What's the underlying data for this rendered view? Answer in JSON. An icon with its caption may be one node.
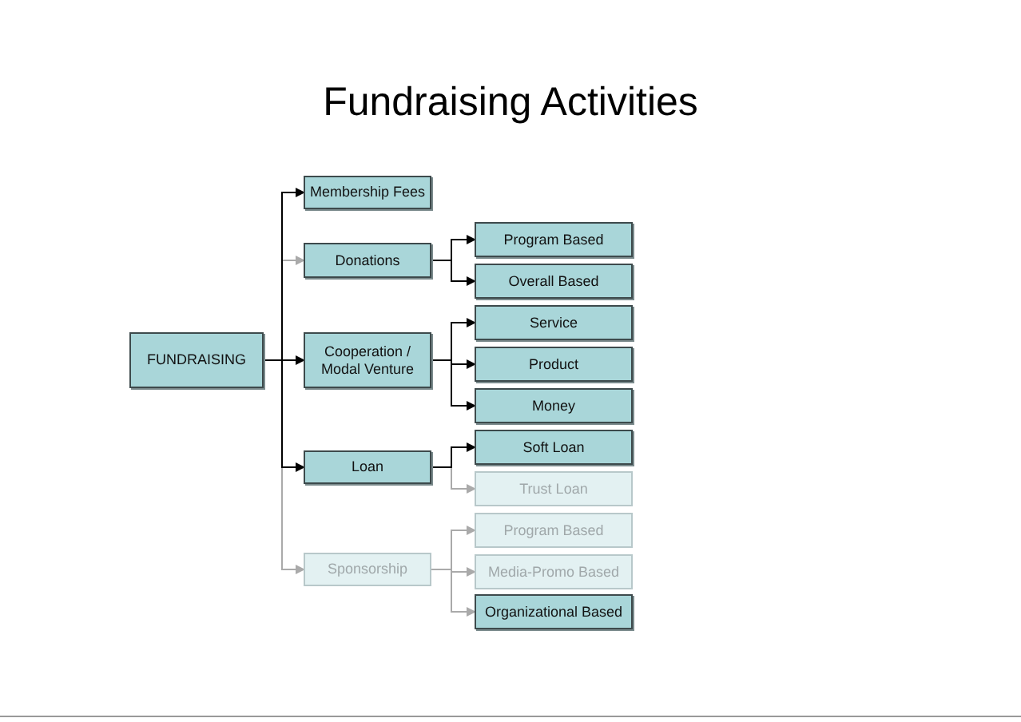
{
  "diagram": {
    "title": "Fundraising Activities",
    "nodes": [
      {
        "text": [
          "FUNDRAISING"
        ]
      },
      {
        "text": [
          "Membership Fees"
        ]
      },
      {
        "text": [
          "Donations"
        ]
      },
      {
        "text": [
          "Cooperation / Modal Venture"
        ]
      },
      {
        "text": [
          "Loan"
        ]
      },
      {
        "text": [
          "Sponsorship"
        ]
      },
      {
        "text": [
          "Program Based"
        ]
      },
      {
        "text": [
          "Overall Based"
        ]
      },
      {
        "text": [
          "Service"
        ]
      },
      {
        "text": [
          "Product"
        ]
      },
      {
        "text": [
          "Money"
        ]
      },
      {
        "text": [
          "Soft Loan"
        ]
      },
      {
        "text": [
          "Trust Loan"
        ]
      },
      {
        "text": [
          "Program Based"
        ]
      },
      {
        "text": [
          "Media-Promo Based"
        ]
      },
      {
        "text": [
          "Organizational Based"
        ]
      }
    ],
    "edges": [
      {
        "from": 0,
        "to": 1,
        "arrow": "to"
      },
      {
        "from": 0,
        "to": 2,
        "arrow": "to",
        "color": "#aaaaaa"
      },
      {
        "from": 0,
        "to": 3,
        "arrow": "to"
      },
      {
        "from": 0,
        "to": 4,
        "arrow": "to"
      },
      {
        "from": 0,
        "to": 5,
        "arrow": "to",
        "color": "#aaaaaa"
      },
      {
        "from": 2,
        "to": 6,
        "arrow": "to"
      },
      {
        "from": 2,
        "to": 7,
        "arrow": "to"
      },
      {
        "from": 3,
        "to": 8,
        "arrow": "to"
      },
      {
        "from": 3,
        "to": 9,
        "arrow": "to"
      },
      {
        "from": 3,
        "to": 10,
        "arrow": "to"
      },
      {
        "from": 4,
        "to": 11,
        "arrow": "to"
      },
      {
        "from": 4,
        "to": 12,
        "arrow": "to",
        "color": "#aaaaaa"
      },
      {
        "from": 5,
        "to": 13,
        "arrow": "to",
        "color": "#aaaaaa"
      },
      {
        "from": 5,
        "to": 14,
        "arrow": "to",
        "color": "#aaaaaa"
      },
      {
        "from": 5,
        "to": 15,
        "arrow": "to",
        "color": "#aaaaaa"
      }
    ]
  }
}
